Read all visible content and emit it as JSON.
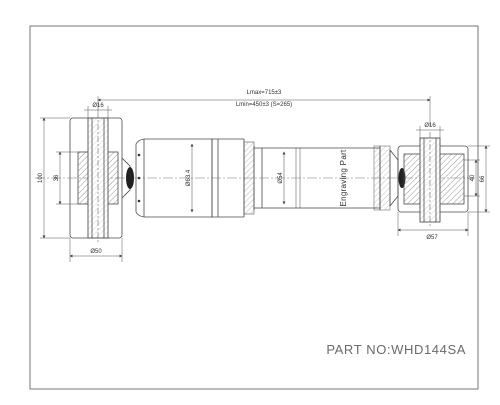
{
  "drawing": {
    "part_number": "PART NO:WHD144SA",
    "engraving_label": "Engraving Part",
    "dims": {
      "lmax": "Lmax=715±3",
      "lmin": "Lmin=450±3 (S=265)",
      "left_hole": "Ø16",
      "right_hole": "Ø16",
      "left_outer_height": "100",
      "left_inner_height": "36",
      "left_width": "Ø50",
      "body_dia": "Ø63.4",
      "rod_dia": "Ø54",
      "right_inner_height": "40",
      "right_outer_height": "66",
      "right_width": "Ø57"
    },
    "colors": {
      "line": "#4a4a4a",
      "hatch": "#6a6a6a",
      "centerline": "#777777"
    }
  }
}
